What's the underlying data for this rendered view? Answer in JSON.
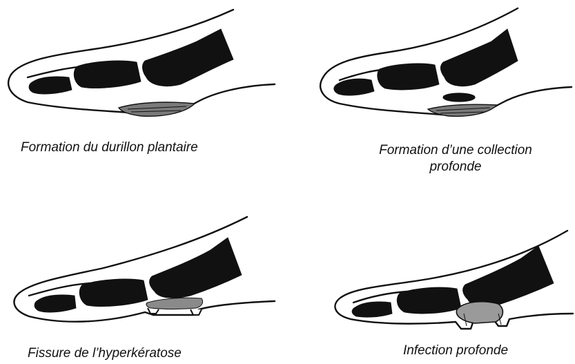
{
  "panels": [
    {
      "name": "panel-durillon",
      "caption": "Formation du durillon plantaire"
    },
    {
      "name": "panel-collection",
      "caption_line1": "Formation d’une collection",
      "caption_line2": "profonde"
    },
    {
      "name": "panel-fissure",
      "caption": "Fissure de l’hyperkératose"
    },
    {
      "name": "panel-infection",
      "caption": "Infection profonde"
    }
  ]
}
